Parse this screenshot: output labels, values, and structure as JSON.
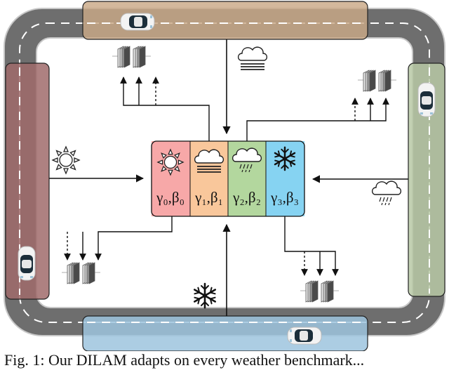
{
  "caption": "Fig. 1: Our DILAM adapts on every weather benchmark...",
  "center_block": {
    "cells": [
      {
        "weather": "sunny",
        "label": "γ₀,β₀",
        "color": "#f7a8a8"
      },
      {
        "weather": "foggy",
        "label": "γ₁,β₁",
        "color": "#f9c79b"
      },
      {
        "weather": "rainy",
        "label": "γ₂,β₂",
        "color": "#b3d79e"
      },
      {
        "weather": "snowy",
        "label": "γ₃,β₃",
        "color": "#86d3f2"
      }
    ]
  },
  "zones": {
    "top": {
      "weather": "foggy",
      "color": "#c9a886"
    },
    "right": {
      "weather": "rainy",
      "color": "#b9c9a6"
    },
    "bottom": {
      "weather": "snowy",
      "color": "#9dc4de"
    },
    "left": {
      "weather": "sunny",
      "color": "#a06b6b"
    }
  },
  "road": {
    "color": "#6e6e6e",
    "lane_color": "#ffffff"
  },
  "icons": [
    "sun-icon",
    "fog-cloud-icon",
    "rain-cloud-icon",
    "snowflake-icon",
    "car-icon",
    "feature-stack-icon"
  ]
}
